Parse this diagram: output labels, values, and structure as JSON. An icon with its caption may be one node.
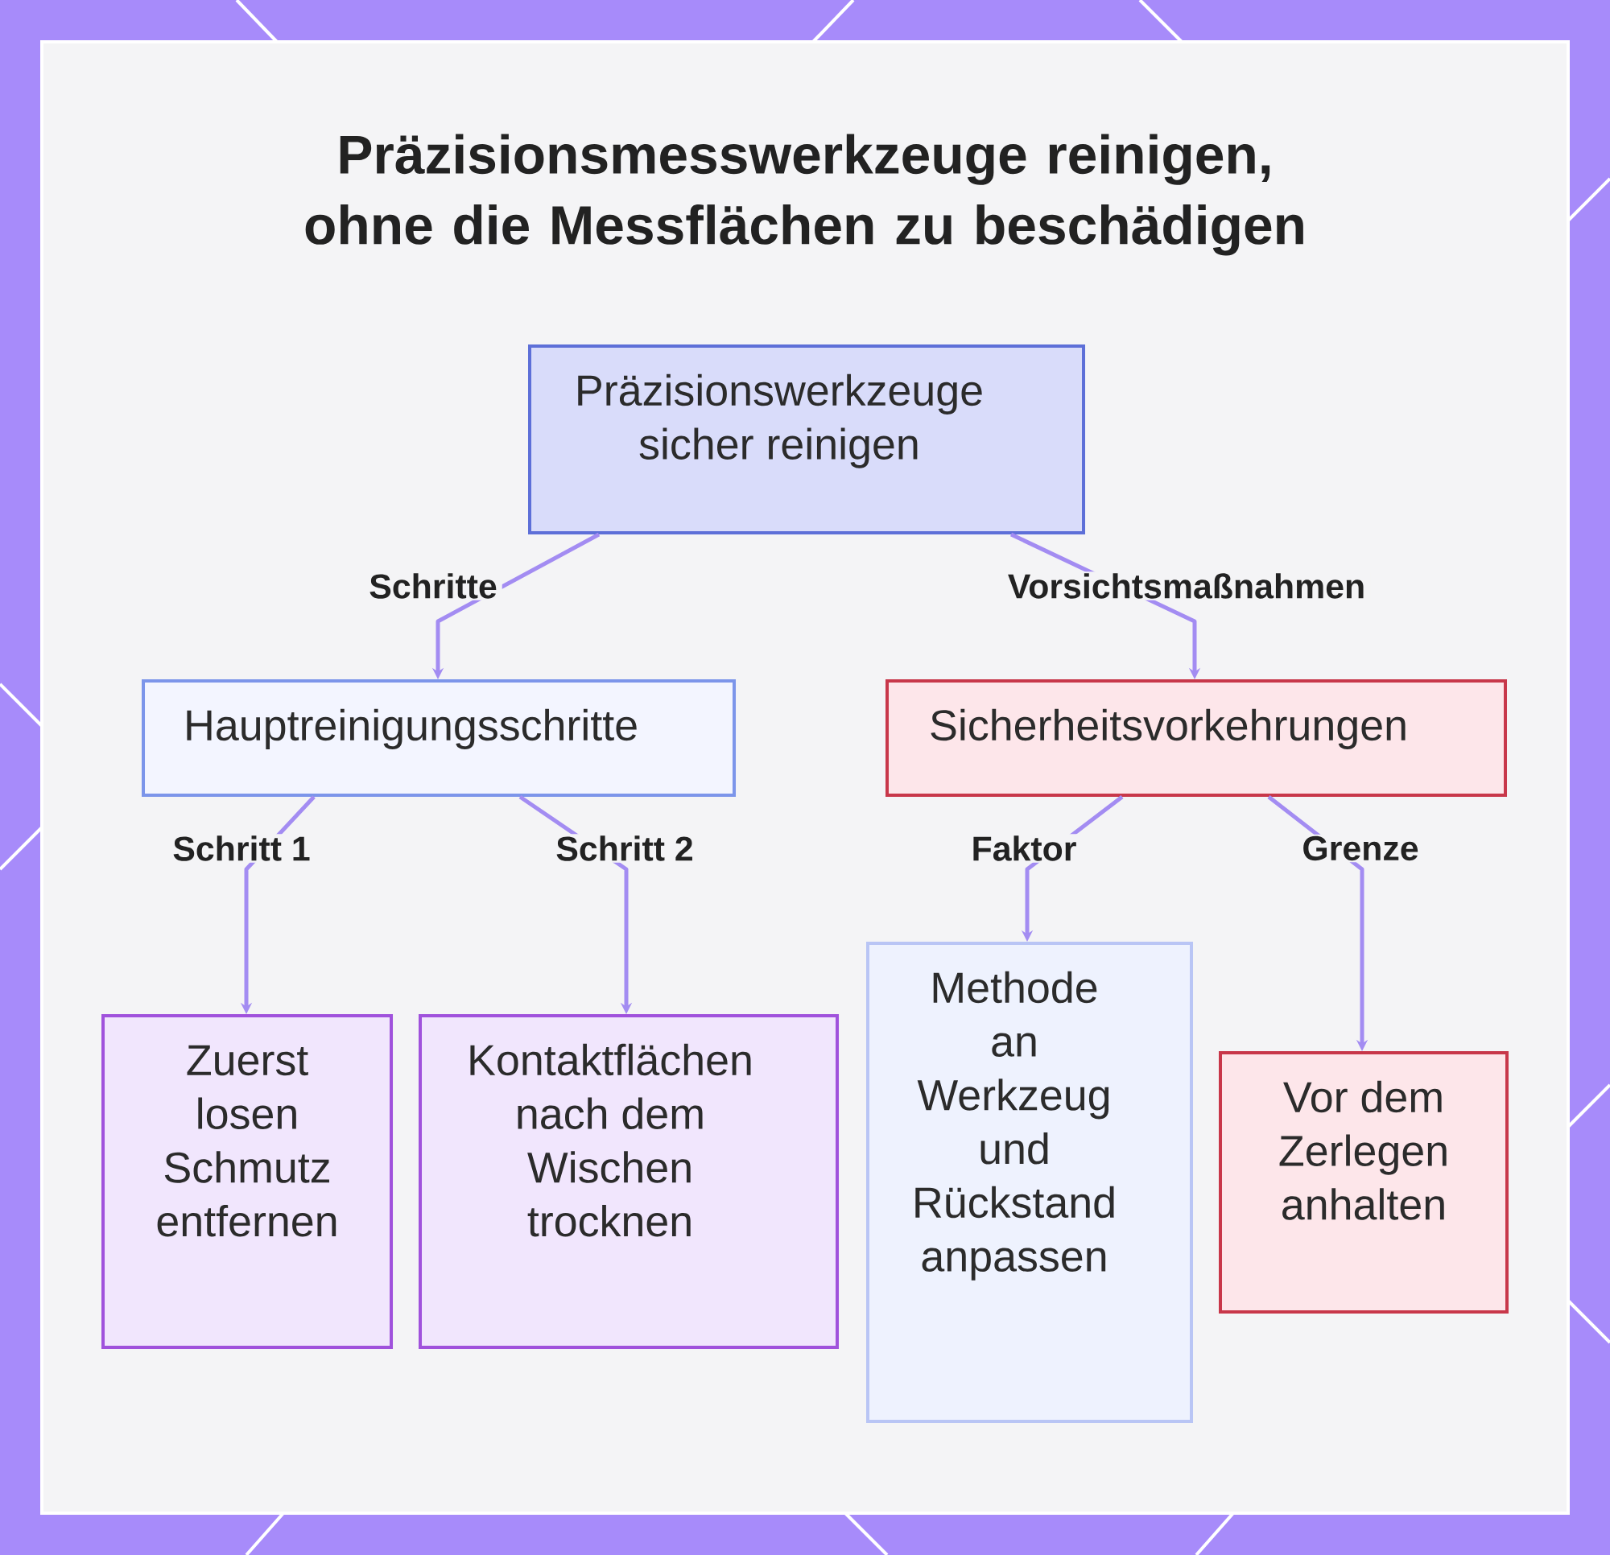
{
  "diagram": {
    "title": "Präzisionsmesswerkzeuge reinigen, ohne die Messflächen zu beschädigen",
    "nodes": [
      {
        "text": [
          "Präzisionswerkzeuge sicher reinigen"
        ]
      },
      {
        "text": [
          "Hauptreinigungsschritte"
        ]
      },
      {
        "text": [
          "Sicherheitsvorkehrungen"
        ]
      },
      {
        "text": [
          "Zuerst losen Schmutz entfernen"
        ]
      },
      {
        "text": [
          "Kontaktflächen nach dem Wischen trocknen"
        ]
      },
      {
        "text": [
          "Methode an Werkzeug und Rückstand anpassen"
        ]
      },
      {
        "text": [
          "Vor dem Zerlegen anhalten"
        ]
      }
    ],
    "edges": [
      {
        "from": 0,
        "to": 1,
        "arrow": "to",
        "label": "Schritte"
      },
      {
        "from": 0,
        "to": 2,
        "arrow": "to",
        "label": "Vorsichtsmaßnahmen"
      },
      {
        "from": 1,
        "to": 3,
        "arrow": "to",
        "label": "Schritt 1"
      },
      {
        "from": 1,
        "to": 4,
        "arrow": "to",
        "label": "Schritt 2"
      },
      {
        "from": 2,
        "to": 5,
        "arrow": "to",
        "label": "Faktor"
      },
      {
        "from": 2,
        "to": 6,
        "arrow": "to",
        "label": "Grenze"
      }
    ]
  }
}
